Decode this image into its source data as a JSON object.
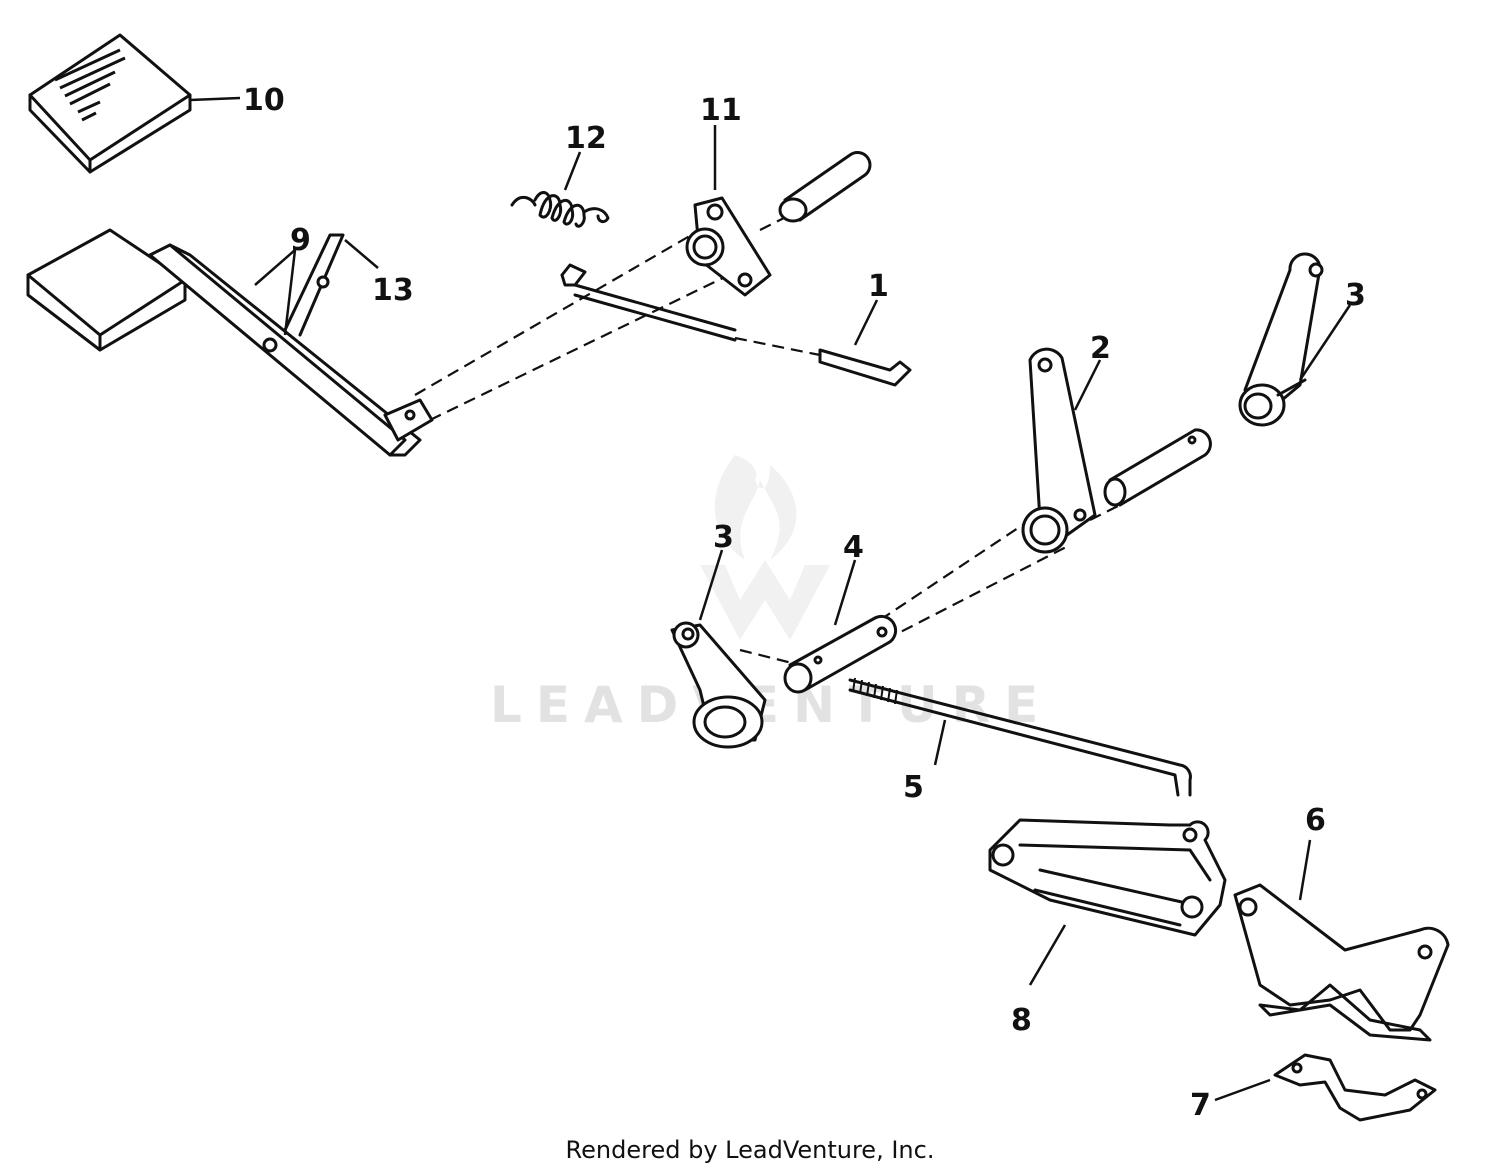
{
  "diagram": {
    "callouts": {
      "c1": "1",
      "c2": "2",
      "c3a": "3",
      "c3b": "3",
      "c4": "4",
      "c5": "5",
      "c6": "6",
      "c7": "7",
      "c8": "8",
      "c9": "9",
      "c10": "10",
      "c11": "11",
      "c12": "12",
      "c13": "13"
    },
    "watermark": "LEADVENTURE"
  },
  "footer": "Rendered by LeadVenture, Inc."
}
